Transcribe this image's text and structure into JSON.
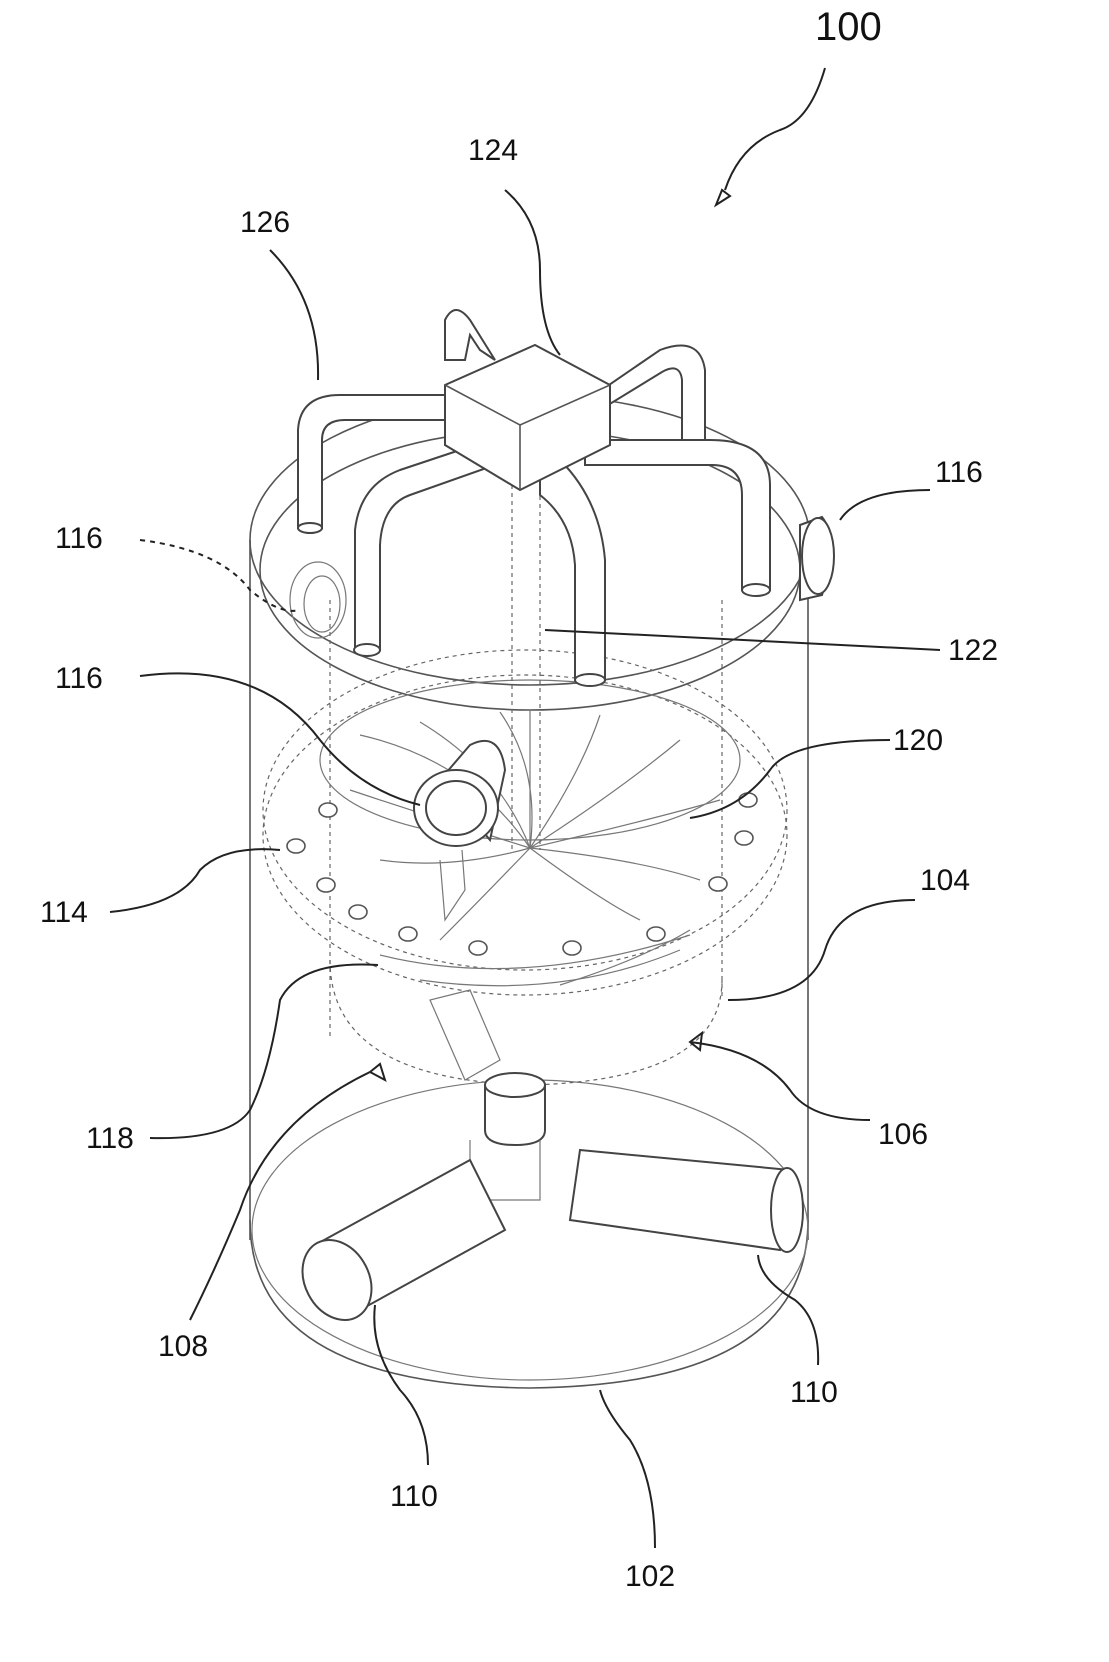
{
  "figure": {
    "main_ref": "100",
    "labels": {
      "l102": "102",
      "l104": "104",
      "l106": "106",
      "l108": "108",
      "l110a": "110",
      "l110b": "110",
      "l114": "114",
      "l116a": "116",
      "l116b": "116",
      "l116c": "116",
      "l118": "118",
      "l120": "120",
      "l122": "122",
      "l124": "124",
      "l126": "126"
    }
  }
}
